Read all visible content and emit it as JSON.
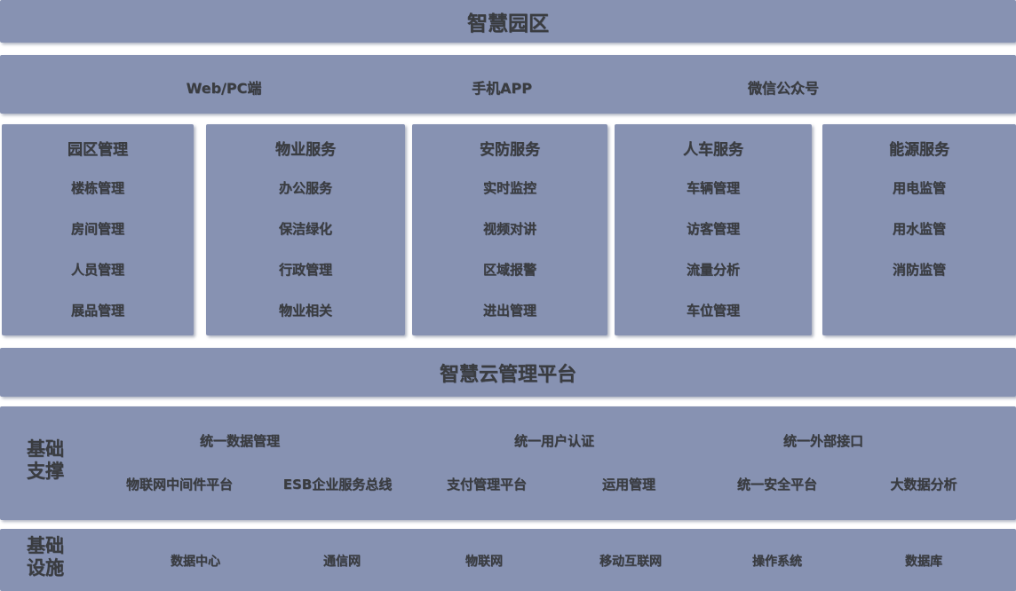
{
  "title": "智慧园区",
  "access_bar": {
    "items": [
      "Web/PC端",
      "手机APP",
      "微信公众号"
    ]
  },
  "service_columns": [
    {
      "header": "园区管理",
      "items": [
        "楼栋管理",
        "房间管理",
        "人员管理",
        "展品管理"
      ]
    },
    {
      "header": "物业服务",
      "items": [
        "办公服务",
        "保洁绿化",
        "行政管理",
        "物业相关"
      ]
    },
    {
      "header": "安防服务",
      "items": [
        "实时监控",
        "视频对讲",
        "区域报警",
        "进出管理"
      ]
    },
    {
      "header": "人车服务",
      "items": [
        "车辆管理",
        "访客管理",
        "流量分析",
        "车位管理"
      ]
    },
    {
      "header": "能源服务",
      "items": [
        "用电监管",
        "用水监管",
        "消防监管"
      ]
    }
  ],
  "platform_bar": {
    "label": "智慧云管理平台"
  },
  "foundation_support": {
    "label_line1": "基础",
    "label_line2": "支撑",
    "row1": [
      "统一数据管理",
      "统一用户认证",
      "统一外部接口"
    ],
    "row2": [
      "物联网中间件平台",
      "ESB企业服务总线",
      "支付管理平台",
      "运用管理",
      "统一安全平台",
      "大数据分析"
    ]
  },
  "infrastructure": {
    "label_line1": "基础",
    "label_line2": "设施",
    "items": [
      "数据中心",
      "通信网",
      "物联网",
      "移动互联网",
      "操作系统",
      "数据库"
    ]
  },
  "colors": {
    "panel": "#8792B2",
    "text": "#3A3C40",
    "background": "#FFFFFF"
  }
}
